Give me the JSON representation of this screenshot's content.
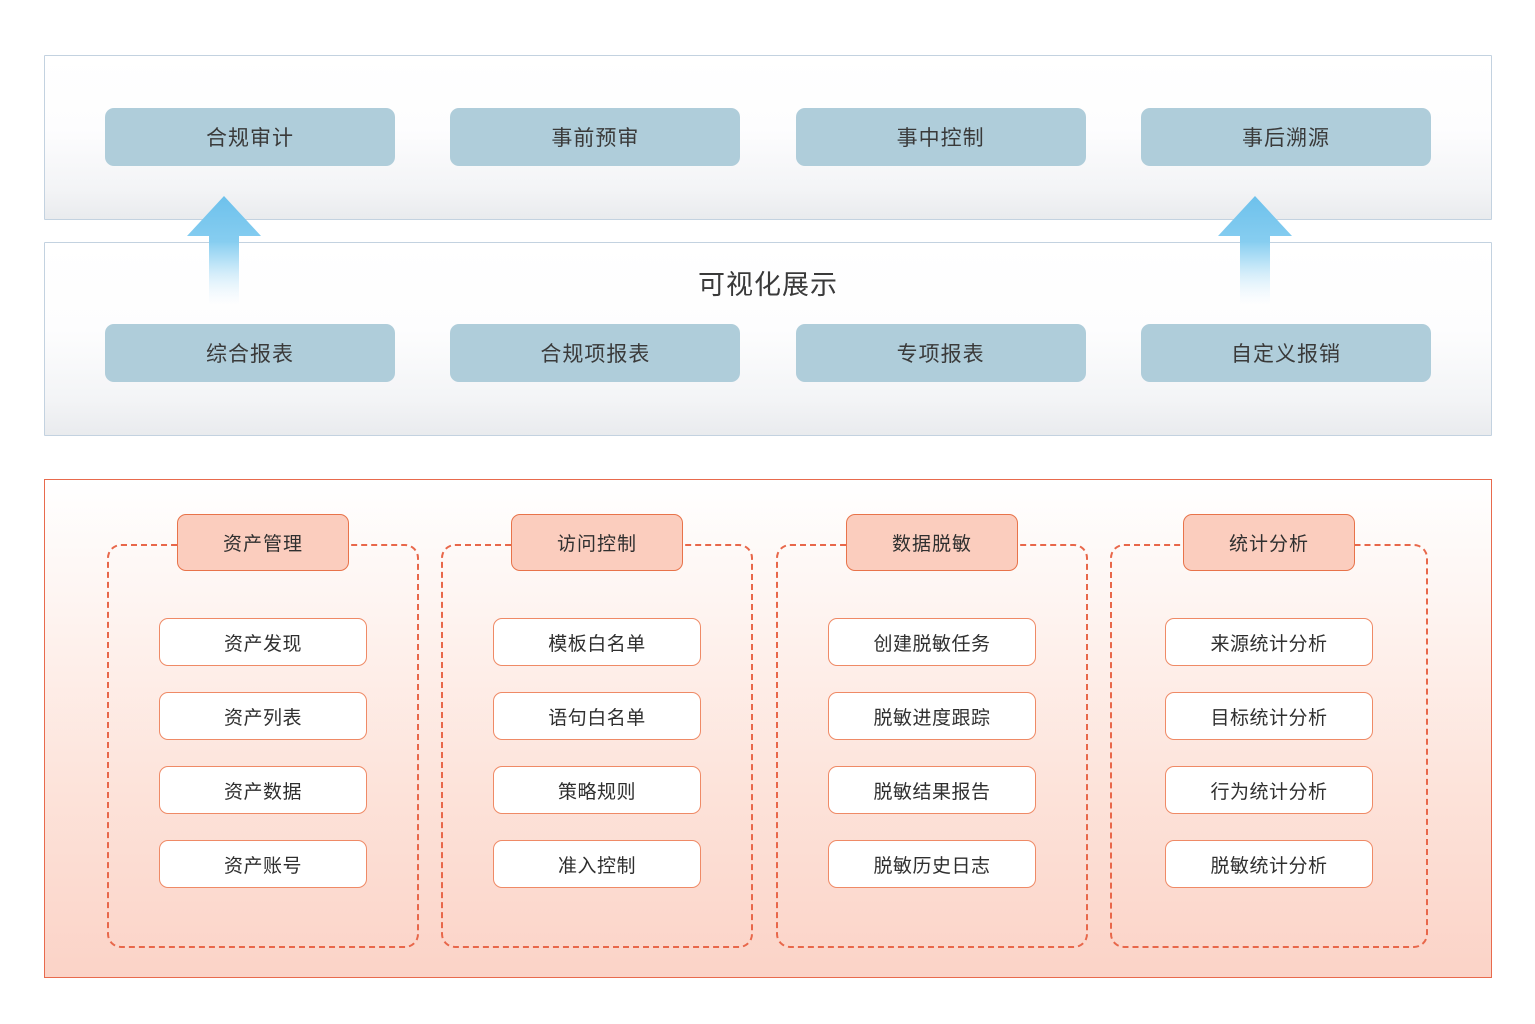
{
  "colors": {
    "blue_box": "#afcdda",
    "band_border": "#c3d2e0",
    "arrow": "#7fc7ee",
    "panel_border": "#e86a4d",
    "group_dash": "#e8674a",
    "header_fill": "#fbcdbe",
    "header_border": "#e8734a",
    "item_border": "#ef8a66"
  },
  "audit_band": {
    "boxes": [
      {
        "label": "合规审计"
      },
      {
        "label": "事前预审"
      },
      {
        "label": "事中控制"
      },
      {
        "label": "事后溯源"
      }
    ]
  },
  "visual_band": {
    "title": "可视化展示",
    "boxes": [
      {
        "label": "综合报表"
      },
      {
        "label": "合规项报表"
      },
      {
        "label": "专项报表"
      },
      {
        "label": "自定义报销"
      }
    ]
  },
  "arrows": [
    {
      "name": "arrow-up-left"
    },
    {
      "name": "arrow-up-right"
    }
  ],
  "modules_panel": {
    "groups": [
      {
        "header": "资产管理",
        "items": [
          {
            "label": "资产发现"
          },
          {
            "label": "资产列表"
          },
          {
            "label": "资产数据"
          },
          {
            "label": "资产账号"
          }
        ]
      },
      {
        "header": "访问控制",
        "items": [
          {
            "label": "模板白名单"
          },
          {
            "label": "语句白名单"
          },
          {
            "label": "策略规则"
          },
          {
            "label": "准入控制"
          }
        ]
      },
      {
        "header": "数据脱敏",
        "items": [
          {
            "label": "创建脱敏任务"
          },
          {
            "label": "脱敏进度跟踪"
          },
          {
            "label": "脱敏结果报告"
          },
          {
            "label": "脱敏历史日志"
          }
        ]
      },
      {
        "header": "统计分析",
        "items": [
          {
            "label": "来源统计分析"
          },
          {
            "label": "目标统计分析"
          },
          {
            "label": "行为统计分析"
          },
          {
            "label": "脱敏统计分析"
          }
        ]
      }
    ]
  }
}
